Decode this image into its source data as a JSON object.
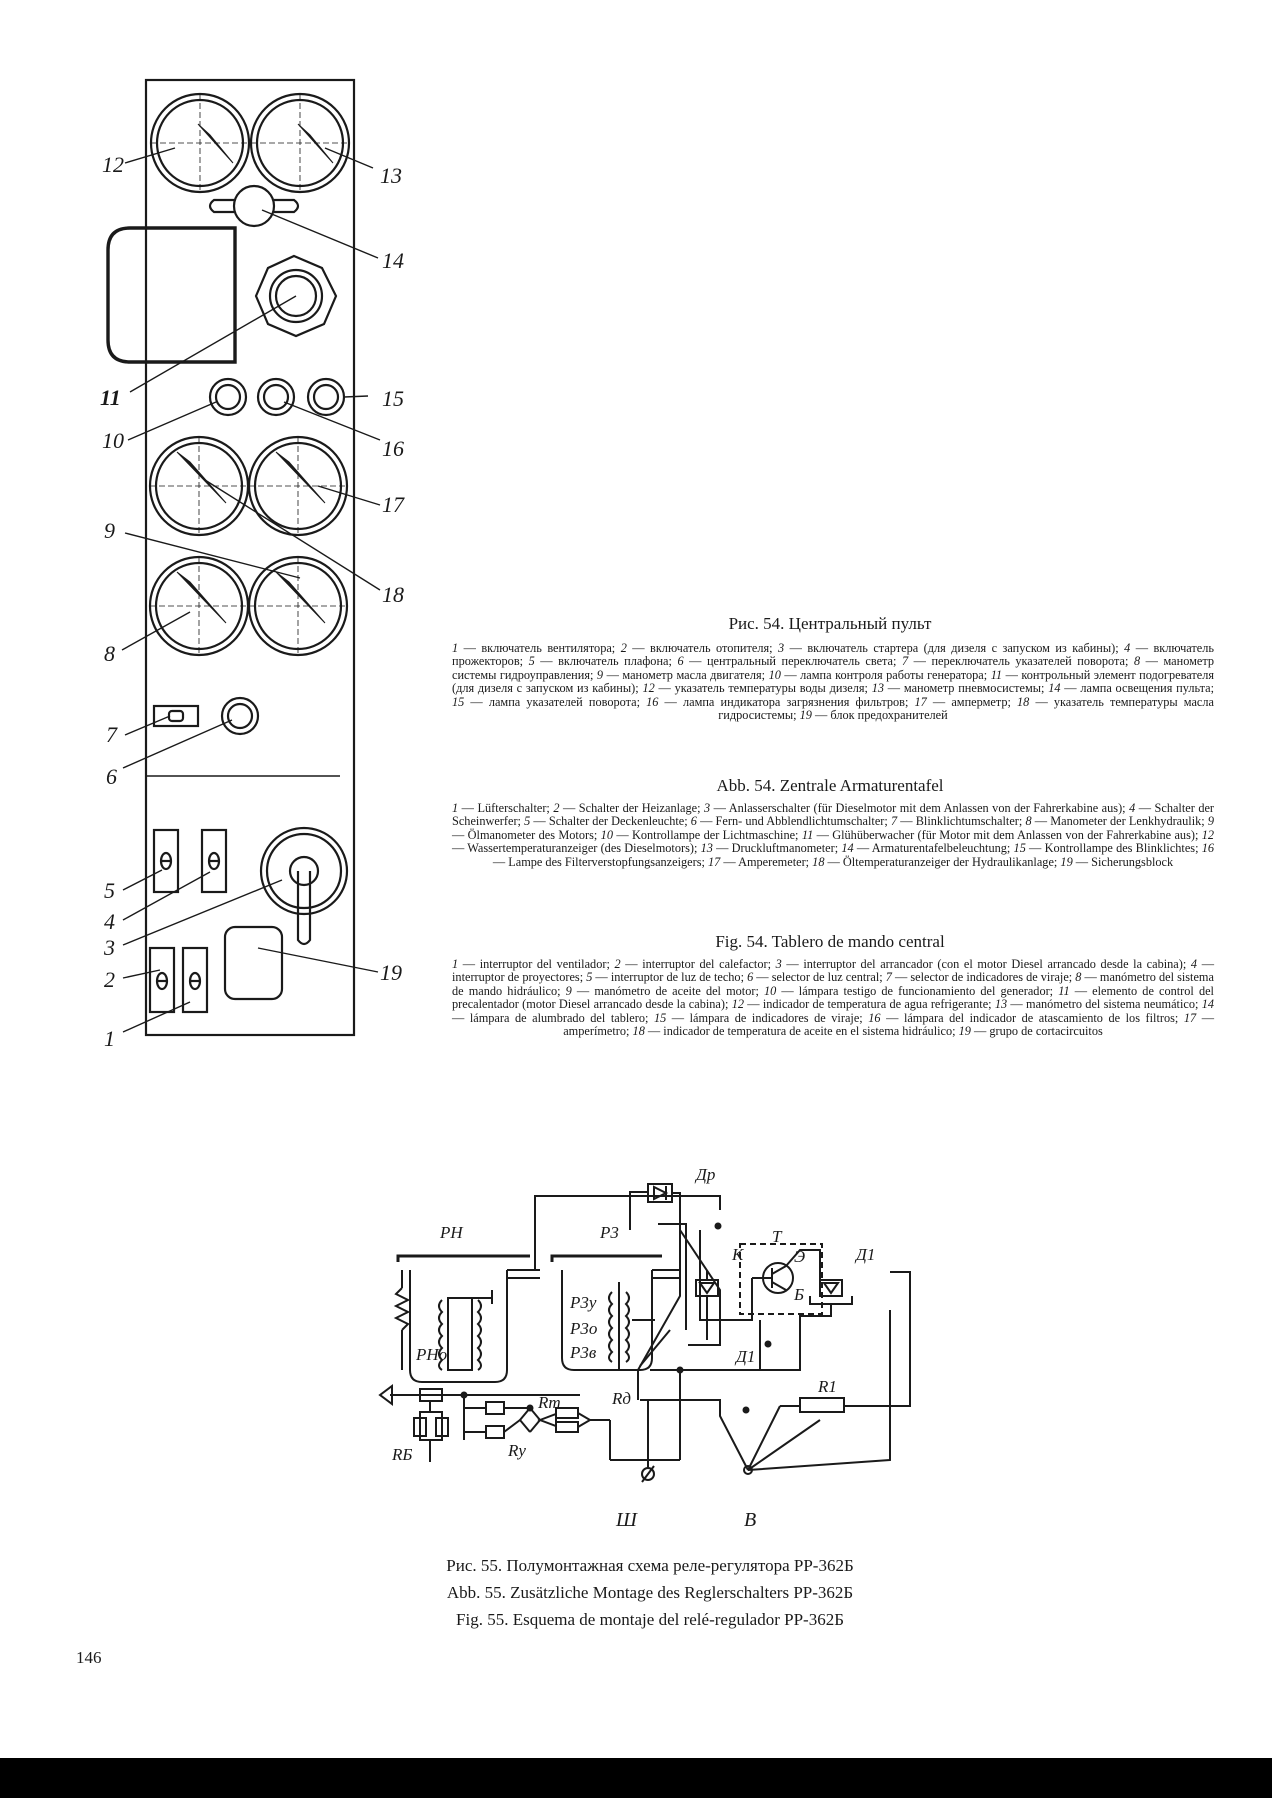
{
  "figure54": {
    "callouts": [
      "1",
      "2",
      "3",
      "4",
      "5",
      "6",
      "7",
      "8",
      "9",
      "10",
      "11",
      "12",
      "13",
      "14",
      "15",
      "16",
      "17",
      "18",
      "19"
    ],
    "captions": [
      {
        "title": "Рис. 54. Центральный пульт",
        "items": [
          {
            "n": "1",
            "t": "включатель вентилятора;"
          },
          {
            "n": "2",
            "t": "включатель отопителя;"
          },
          {
            "n": "3",
            "t": "включатель стартера (для дизеля с запуском из кабины);"
          },
          {
            "n": "4",
            "t": "включатель прожекторов;"
          },
          {
            "n": "5",
            "t": "включатель плафона;"
          },
          {
            "n": "6",
            "t": "центральный переключатель света;"
          },
          {
            "n": "7",
            "t": "переключатель указателей поворота;"
          },
          {
            "n": "8",
            "t": "манометр системы гидроуправления;"
          },
          {
            "n": "9",
            "t": "манометр масла двигателя;"
          },
          {
            "n": "10",
            "t": "лампа контроля работы генератора;"
          },
          {
            "n": "11",
            "t": "контрольный элемент подогревателя (для дизеля с запуском из кабины);"
          },
          {
            "n": "12",
            "t": "указатель температуры воды дизеля;"
          },
          {
            "n": "13",
            "t": "манометр пневмосистемы;"
          },
          {
            "n": "14",
            "t": "лампа освещения пульта;"
          },
          {
            "n": "15",
            "t": "лампа указателей поворота;"
          },
          {
            "n": "16",
            "t": "лампа индикатора загрязнения фильтров;"
          },
          {
            "n": "17",
            "t": "амперметр;"
          },
          {
            "n": "18",
            "t": "указатель температуры масла гидросистемы;"
          },
          {
            "n": "19",
            "t": "блок предохранителей"
          }
        ]
      },
      {
        "title": "Abb. 54. Zentrale Armaturentafel",
        "items": [
          {
            "n": "1",
            "t": "Lüfterschalter;"
          },
          {
            "n": "2",
            "t": "Schalter der Heizanlage;"
          },
          {
            "n": "3",
            "t": "Anlasserschalter (für Dieselmotor mit dem Anlassen von der Fahrerkabine aus);"
          },
          {
            "n": "4",
            "t": "Schalter der Scheinwerfer;"
          },
          {
            "n": "5",
            "t": "Schalter der Deckenleuchte;"
          },
          {
            "n": "6",
            "t": "Fern- und Abblendlichtumschalter;"
          },
          {
            "n": "7",
            "t": "Blinklichtumschalter;"
          },
          {
            "n": "8",
            "t": "Manometer der Lenkhydraulik;"
          },
          {
            "n": "9",
            "t": "Ölmanometer des Motors;"
          },
          {
            "n": "10",
            "t": "Kontrollampe der Lichtmaschine;"
          },
          {
            "n": "11",
            "t": "Glühüberwacher (für Motor mit dem Anlassen von der Fahrerkabine aus);"
          },
          {
            "n": "12",
            "t": "Wassertemperaturanzeiger (des Dieselmotors);"
          },
          {
            "n": "13",
            "t": "Druckluftmanometer;"
          },
          {
            "n": "14",
            "t": "Armaturentafelbeleuchtung;"
          },
          {
            "n": "15",
            "t": "Kontrollampe des Blinklichtes;"
          },
          {
            "n": "16",
            "t": "Lampe des Filterverstopfungsanzeigers;"
          },
          {
            "n": "17",
            "t": "Amperemeter;"
          },
          {
            "n": "18",
            "t": "Öltemperaturanzeiger der Hydraulikanlage;"
          },
          {
            "n": "19",
            "t": "Sicherungsblock"
          }
        ]
      },
      {
        "title": "Fig. 54. Tablero de mando central",
        "items": [
          {
            "n": "1",
            "t": "interruptor del ventilador;"
          },
          {
            "n": "2",
            "t": "interruptor del calefactor;"
          },
          {
            "n": "3",
            "t": "interruptor del arrancador (con el motor Diesel arrancado desde la cabina);"
          },
          {
            "n": "4",
            "t": "interruptor de proyectores;"
          },
          {
            "n": "5",
            "t": "interruptor de luz de techo;"
          },
          {
            "n": "6",
            "t": "selector de luz central;"
          },
          {
            "n": "7",
            "t": "selector de indicadores de viraje;"
          },
          {
            "n": "8",
            "t": "manómetro del sistema de mando hidráulico;"
          },
          {
            "n": "9",
            "t": "manómetro de aceite del motor;"
          },
          {
            "n": "10",
            "t": "lámpara testigo de funcionamiento del generador;"
          },
          {
            "n": "11",
            "t": "elemento de control del precalentador (motor Diesel arrancado desde la cabina);"
          },
          {
            "n": "12",
            "t": "indicador de temperatura de agua refrigerante;"
          },
          {
            "n": "13",
            "t": "manómetro del sistema neumático;"
          },
          {
            "n": "14",
            "t": "lámpara de alumbrado del tablero;"
          },
          {
            "n": "15",
            "t": "lámpara de indicadores de viraje;"
          },
          {
            "n": "16",
            "t": "lámpara del indicador de atascamiento de los filtros;"
          },
          {
            "n": "17",
            "t": "amperímetro;"
          },
          {
            "n": "18",
            "t": "indicador de temperatura de aceite en el sistema hidráulico;"
          },
          {
            "n": "19",
            "t": "grupo de cortacircuitos"
          }
        ]
      }
    ]
  },
  "figure55": {
    "labels": {
      "rn": "PH",
      "rz": "P3",
      "dr": "Др",
      "rz_u": "P3у",
      "rz_o": "P3о",
      "rz_v": "P3в",
      "rn_o": "PHо",
      "k": "K",
      "t": "T",
      "e": "Э",
      "b": "Б",
      "d1a": "Д1",
      "d1b": "Д1",
      "rt": "Rт",
      "rd": "Rд",
      "ry": "Rу",
      "rb": "RБ",
      "r1": "R1",
      "sh": "Ш",
      "v": "B"
    },
    "captions": [
      "Рис. 55. Полумонтажная схема реле-регулятора PP-362Б",
      "Abb. 55. Zusätzliche Montage des Reglerschalters PP-362Б",
      "Fig. 55. Esquema de montaje del relé-regulador PP-362Б"
    ]
  },
  "page_number": "146"
}
